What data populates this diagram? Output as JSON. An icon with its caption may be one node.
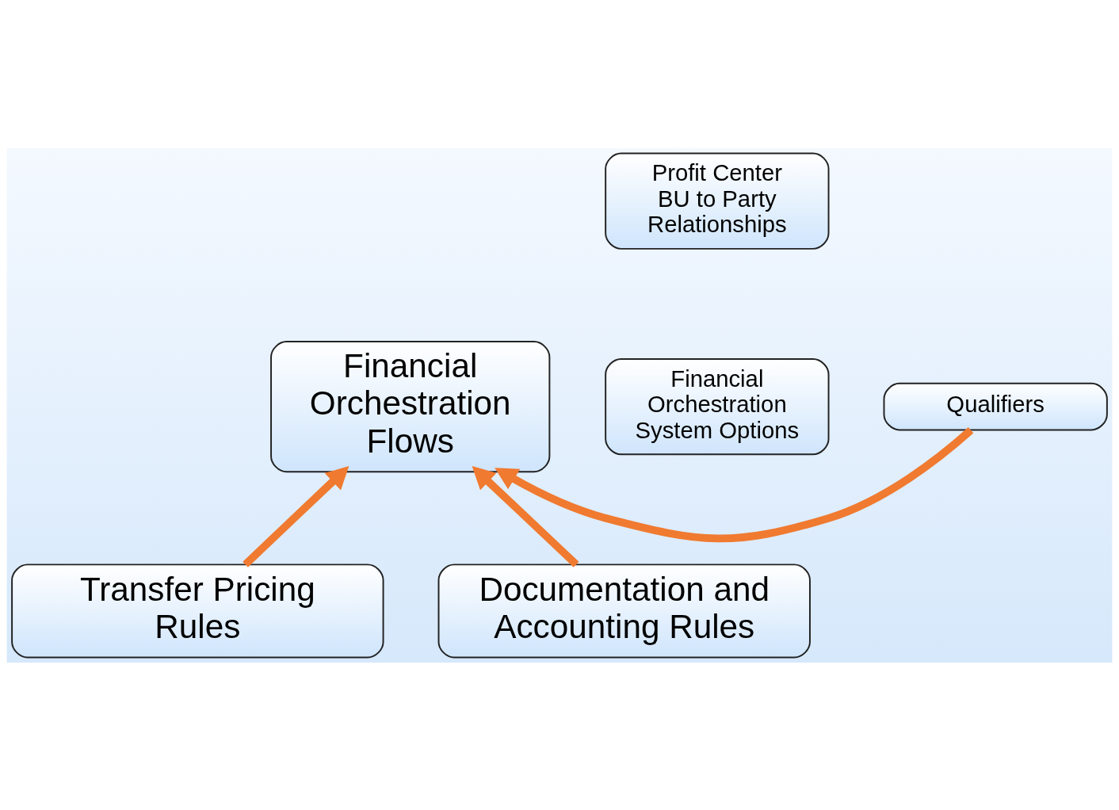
{
  "diagram": {
    "nodes": [
      {
        "text": [
          "Financial Orchestration Flows"
        ]
      },
      {
        "text": [
          "Qualifiers"
        ]
      },
      {
        "text": [
          "Financial Orchestration System Options"
        ]
      },
      {
        "text": [
          "Profit Center BU to Party Relationships"
        ]
      },
      {
        "text": [
          "Transfer Pricing Rules"
        ]
      },
      {
        "text": [
          "Documentation and Accounting Rules"
        ]
      }
    ],
    "edges": [
      {
        "from": 1,
        "to": 0,
        "arrow": "to"
      },
      {
        "from": 4,
        "to": 0,
        "arrow": "to"
      },
      {
        "from": 5,
        "to": 0,
        "arrow": "to"
      }
    ]
  }
}
